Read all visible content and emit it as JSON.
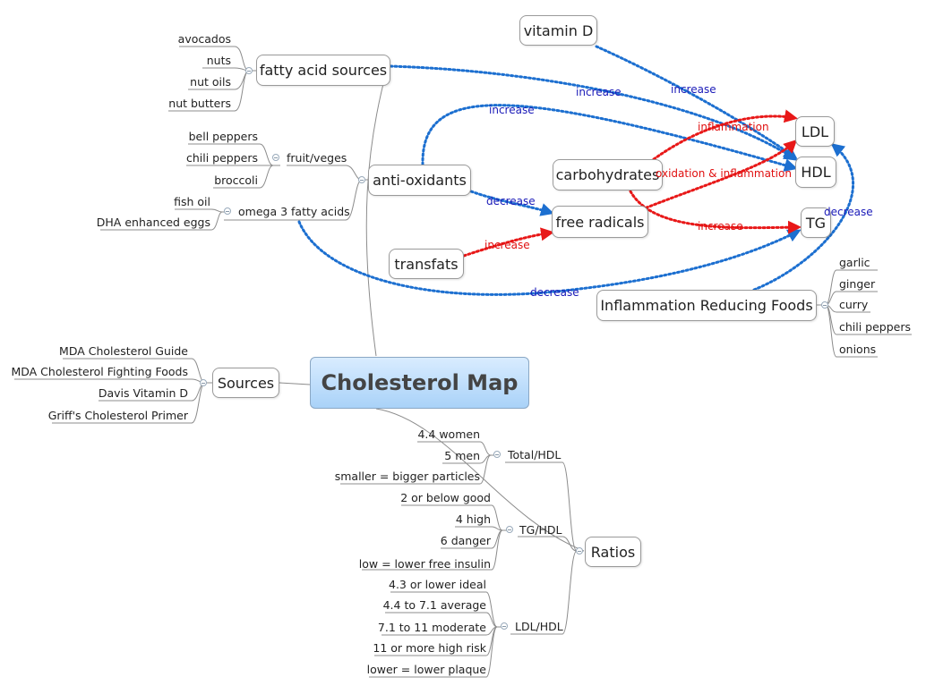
{
  "central": "Cholesterol Map",
  "nodes": {
    "vitamin_d": "vitamin D",
    "fatty_acid_sources": "fatty acid sources",
    "anti_oxidants": "anti-oxidants",
    "carbohydrates": "carbohydrates",
    "free_radicals": "free radicals",
    "transfats": "transfats",
    "ldl": "LDL",
    "hdl": "HDL",
    "tg": "TG",
    "inflammation_reducing_foods": "Inflammation Reducing Foods",
    "sources": "Sources",
    "ratios": "Ratios"
  },
  "fatty_acid_items": [
    "avocados",
    "nuts",
    "nut oils",
    "nut butters"
  ],
  "fruit_veges": {
    "label": "fruit/veges",
    "items": [
      "bell peppers",
      "chili peppers",
      "broccoli"
    ]
  },
  "omega3": {
    "label": "omega 3 fatty acids",
    "items": [
      "fish oil",
      "DHA enhanced eggs"
    ]
  },
  "inflammation_items": [
    "garlic",
    "ginger",
    "curry",
    "chili peppers",
    "onions"
  ],
  "sources_items": [
    "MDA Cholesterol Guide",
    "MDA Cholesterol Fighting Foods",
    "Davis Vitamin D",
    "Griff's Cholesterol Primer"
  ],
  "ratios": {
    "total_hdl": {
      "label": "Total/HDL",
      "items": [
        "4.4 women",
        "5 men",
        "smaller = bigger particles"
      ]
    },
    "tg_hdl": {
      "label": "TG/HDL",
      "items": [
        "2 or below good",
        "4 high",
        "6 danger",
        "low = lower free insulin"
      ]
    },
    "ldl_hdl": {
      "label": "LDL/HDL",
      "items": [
        "4.3 or lower ideal",
        "4.4 to 7.1 average",
        "7.1 to 11 moderate",
        "11 or more high risk",
        "lower = lower plaque"
      ]
    }
  },
  "edge_labels": {
    "increase": "increase",
    "decrease": "decrease",
    "inflammation": "inflammation",
    "oxidation_inflammation": "oxidation & inflammation"
  },
  "colors": {
    "blue_relation": "#1c6fd0",
    "red_relation": "#e81818",
    "label_blue": "#1a1ab8",
    "label_red": "#e01010"
  }
}
